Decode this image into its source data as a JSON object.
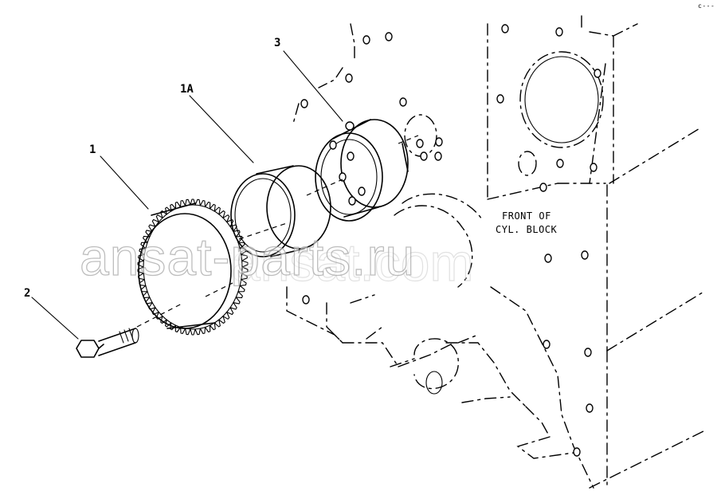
{
  "diagram": {
    "callouts": [
      "1",
      "1A",
      "2",
      "3"
    ],
    "block_note_line1": "FRONT OF",
    "block_note_line2": "CYL. BLOCK",
    "corner_mark": "c---",
    "gear_teeth_count": 62
  },
  "watermark": {
    "primary": "ansat-parts.ru",
    "secondary": "ansat.com"
  }
}
